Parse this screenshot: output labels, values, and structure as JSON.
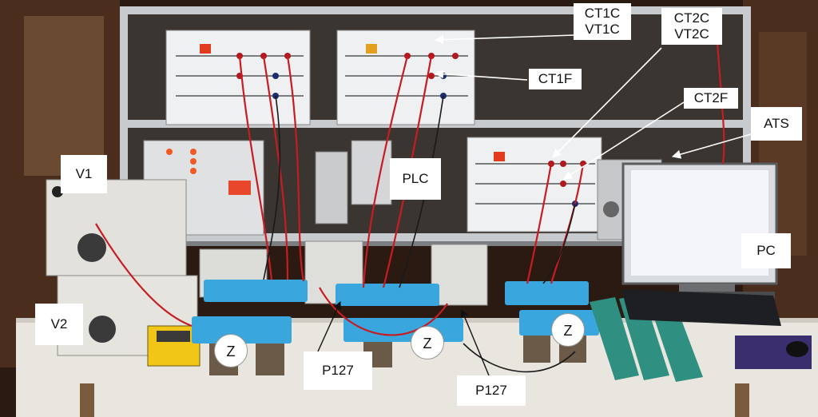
{
  "labels": {
    "ct1c": "CT1C",
    "vt1c": "VT1C",
    "ct2c": "CT2C",
    "vt2c": "VT2C",
    "ct1f": "CT1F",
    "ct2f": "CT2F",
    "ats": "ATS",
    "plc": "PLC",
    "v1": "V1",
    "v2": "V2",
    "pc": "PC",
    "p127_left": "P127",
    "p127_right": "P127",
    "z_left": "Z",
    "z_mid": "Z",
    "z_right": "Z"
  },
  "colors": {
    "wall": "#3a2418",
    "cabinet_frame": "#b9bcbf",
    "panel": "#eef0f2",
    "table": "#e9e6df",
    "blue_base": "#39a6dd",
    "cable_red": "#c61c22",
    "teal_device": "#2f8f80",
    "yellow_meter": "#f1c617"
  }
}
